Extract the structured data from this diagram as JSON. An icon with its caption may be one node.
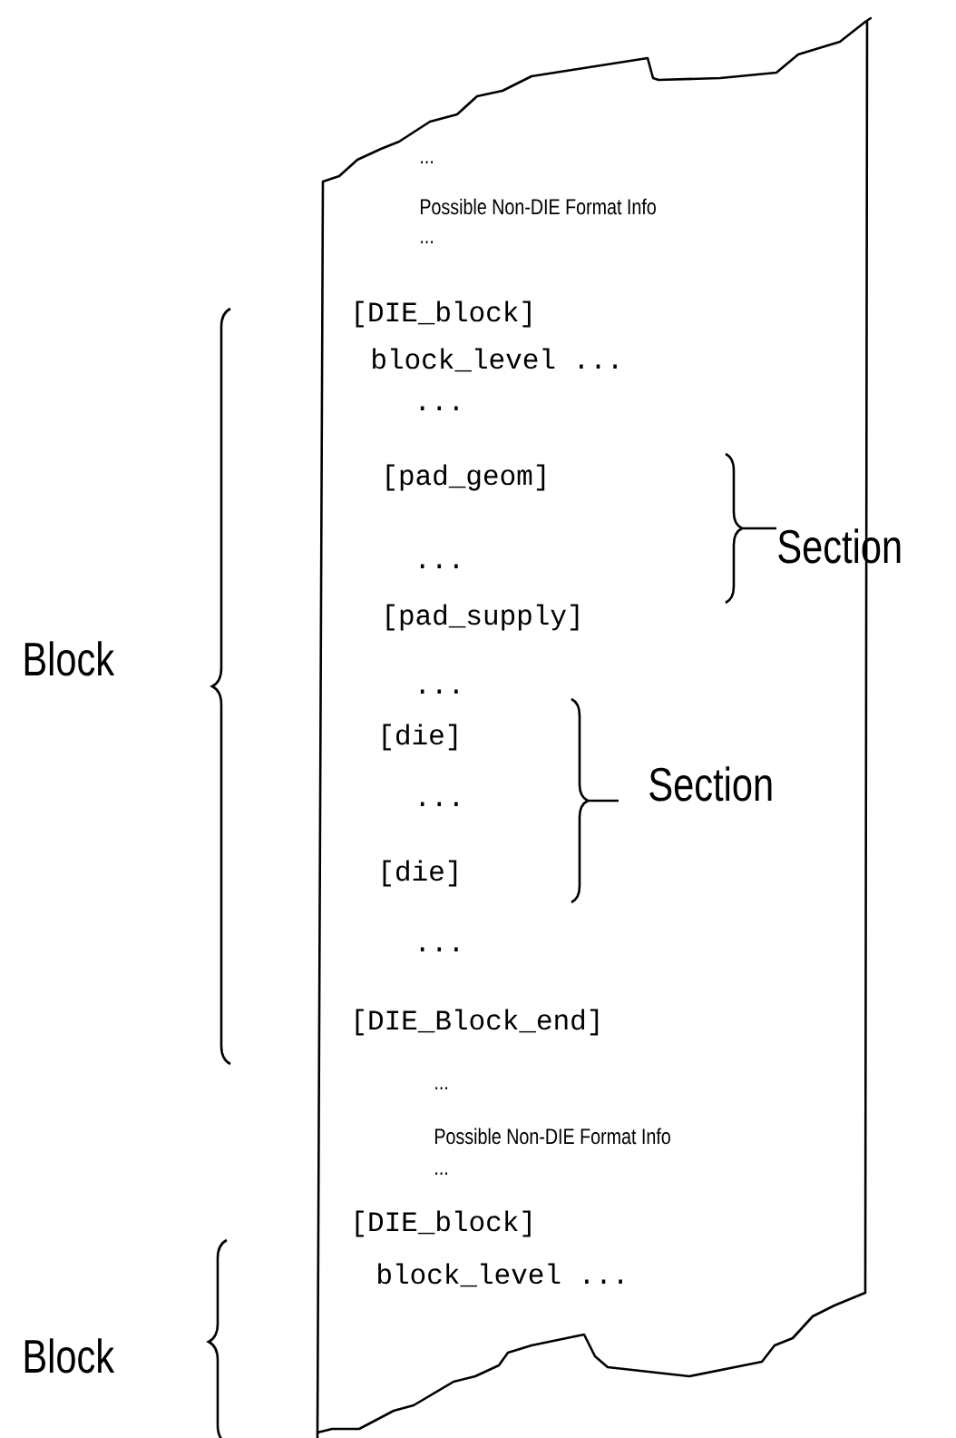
{
  "diagram": {
    "nodes": [
      {
        "text": [
          "...",
          "Possible Non-DIE Format Info",
          "...",
          "[DIE_block]",
          "block_level ...",
          "...",
          "[pad_geom]",
          "...",
          "[pad_supply]",
          "...",
          "[die]",
          "...",
          "[die]",
          "...",
          "[DIE_Block_end]",
          "...",
          "Possible Non-DIE Format Info",
          "...",
          "[DIE_block]",
          "block_level ..."
        ]
      }
    ],
    "labels": [
      "Section",
      "Block",
      "Section",
      "Block"
    ]
  }
}
